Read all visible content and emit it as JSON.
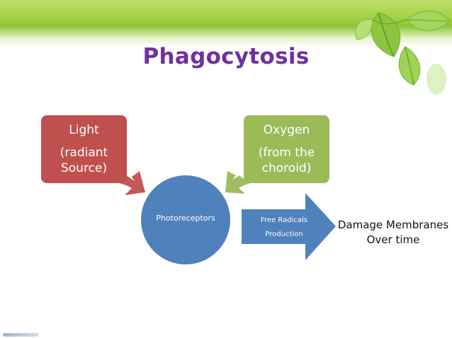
{
  "slide": {
    "title": "Phagocytosis"
  },
  "nodes": {
    "light": {
      "line1": "Light",
      "line2": "(radiant",
      "line3": "Source)"
    },
    "oxygen": {
      "line1": "Oxygen",
      "line2": "(from the",
      "line3": "choroid)"
    },
    "photoreceptors": {
      "label": "Photoreceptors"
    },
    "free_radicals": {
      "line1": "Free Radicals",
      "line2": "Production"
    },
    "damage": {
      "line1": "Damage Membranes",
      "line2": "Over time"
    }
  },
  "colors": {
    "title": "#7030a0",
    "light_box": "#c0504d",
    "oxygen_box": "#9bbb59",
    "photoreceptors_circle": "#4f81bd",
    "free_radicals_arrow": "#4f81bd",
    "top_band": "#a6d245"
  },
  "icons": {
    "decoration": "green-leaves-icon"
  }
}
